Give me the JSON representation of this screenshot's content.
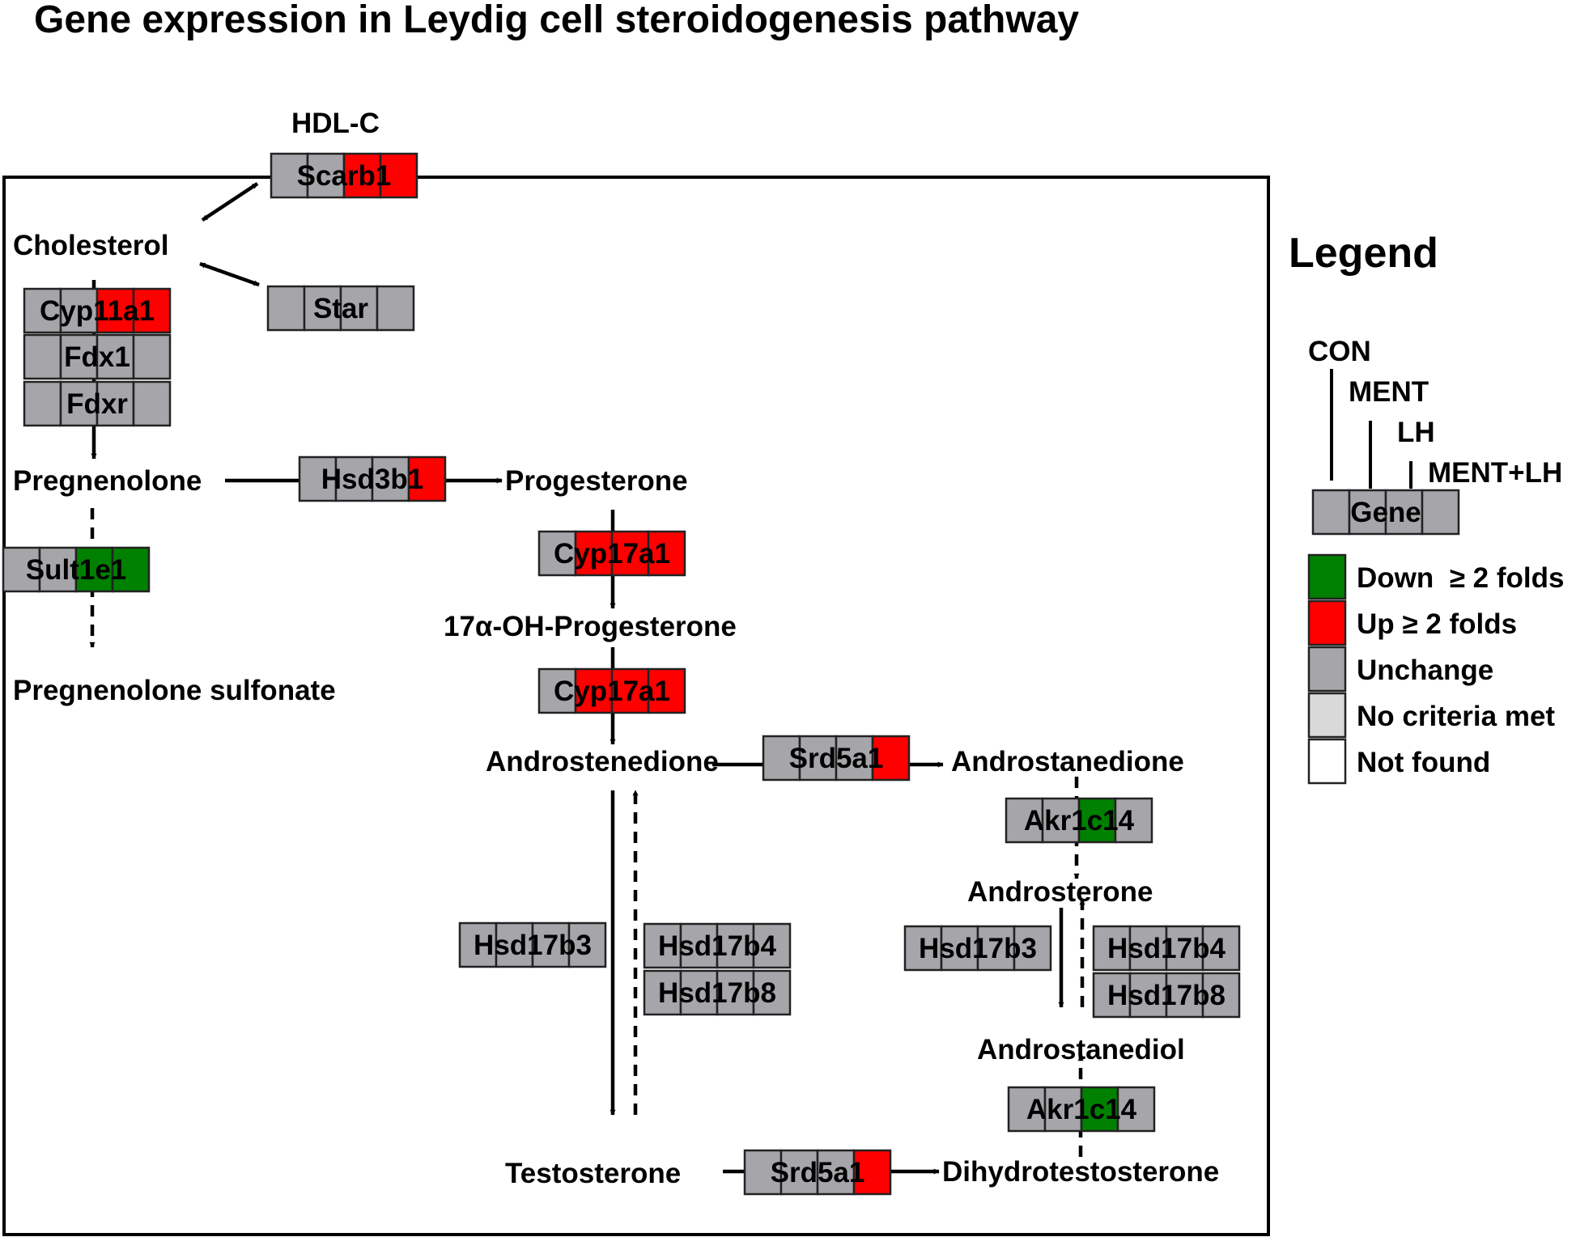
{
  "title": "Gene expression in Leydig cell steroidogenesis pathway",
  "colors": {
    "down": "#008000",
    "up": "#ff0000",
    "unchange": "#a6a6aa",
    "no_criteria": "#d9d9d9",
    "not_found": "#ffffff"
  },
  "metabolites": {
    "hdlc": "HDL-C",
    "cholesterol": "Cholesterol",
    "pregnenolone": "Pregnenolone",
    "progesterone": "Progesterone",
    "oh_progesterone": "17α-OH-Progesterone",
    "pregnenolone_sulfonate": "Pregnenolone sulfonate",
    "androstenedione": "Androstenedione",
    "androstanedione": "Androstanedione",
    "androsterone": "Androsterone",
    "androstanediol": "Androstanediol",
    "testosterone": "Testosterone",
    "dihydrotestosterone": "Dihydrotestosterone"
  },
  "genes": [
    {
      "id": "scarb1",
      "label": "Scarb1",
      "status": [
        "unchange",
        "unchange",
        "up",
        "up"
      ]
    },
    {
      "id": "star",
      "label": "Star",
      "status": [
        "unchange",
        "unchange",
        "unchange",
        "unchange"
      ]
    },
    {
      "id": "cyp11a1",
      "label": "Cyp11a1",
      "status": [
        "unchange",
        "unchange",
        "up",
        "up"
      ]
    },
    {
      "id": "fdx1",
      "label": "Fdx1",
      "status": [
        "unchange",
        "unchange",
        "unchange",
        "unchange"
      ]
    },
    {
      "id": "fdxr",
      "label": "Fdxr",
      "status": [
        "unchange",
        "unchange",
        "unchange",
        "unchange"
      ]
    },
    {
      "id": "hsd3b1",
      "label": "Hsd3b1",
      "status": [
        "unchange",
        "unchange",
        "unchange",
        "up"
      ]
    },
    {
      "id": "sult1e1",
      "label": "Sult1e1",
      "status": [
        "unchange",
        "unchange",
        "down",
        "down"
      ]
    },
    {
      "id": "cyp17a1_a",
      "label": "Cyp17a1",
      "status": [
        "unchange",
        "up",
        "up",
        "up"
      ]
    },
    {
      "id": "cyp17a1_b",
      "label": "Cyp17a1",
      "status": [
        "unchange",
        "up",
        "up",
        "up"
      ]
    },
    {
      "id": "srd5a1_a",
      "label": "Srd5a1",
      "status": [
        "unchange",
        "unchange",
        "unchange",
        "up"
      ]
    },
    {
      "id": "akr1c14_a",
      "label": "Akr1c14",
      "status": [
        "unchange",
        "unchange",
        "down",
        "unchange"
      ]
    },
    {
      "id": "hsd17b3_a",
      "label": "Hsd17b3",
      "status": [
        "unchange",
        "unchange",
        "unchange",
        "unchange"
      ]
    },
    {
      "id": "hsd17b4_a",
      "label": "Hsd17b4",
      "status": [
        "unchange",
        "unchange",
        "unchange",
        "unchange"
      ]
    },
    {
      "id": "hsd17b8_a",
      "label": "Hsd17b8",
      "status": [
        "unchange",
        "unchange",
        "unchange",
        "unchange"
      ]
    },
    {
      "id": "hsd17b3_b",
      "label": "Hsd17b3",
      "status": [
        "unchange",
        "unchange",
        "unchange",
        "unchange"
      ]
    },
    {
      "id": "hsd17b4_b",
      "label": "Hsd17b4",
      "status": [
        "unchange",
        "unchange",
        "unchange",
        "unchange"
      ]
    },
    {
      "id": "hsd17b8_b",
      "label": "Hsd17b8",
      "status": [
        "unchange",
        "unchange",
        "unchange",
        "unchange"
      ]
    },
    {
      "id": "akr1c14_b",
      "label": "Akr1c14",
      "status": [
        "unchange",
        "unchange",
        "down",
        "unchange"
      ]
    },
    {
      "id": "srd5a1_b",
      "label": "Srd5a1",
      "status": [
        "unchange",
        "unchange",
        "unchange",
        "up"
      ]
    }
  ],
  "legend": {
    "title": "Legend",
    "groups": [
      "CON",
      "MENT",
      "LH",
      "MENT+LH"
    ],
    "gene_label": "Gene",
    "items": [
      {
        "label": "Down  ≥ 2 folds",
        "color": "#008000"
      },
      {
        "label": "Up ≥ 2 folds",
        "color": "#ff0000"
      },
      {
        "label": "Unchange",
        "color": "#a6a6aa"
      },
      {
        "label": "No criteria met",
        "color": "#d9d9d9"
      },
      {
        "label": "Not found",
        "color": "#ffffff"
      }
    ]
  }
}
